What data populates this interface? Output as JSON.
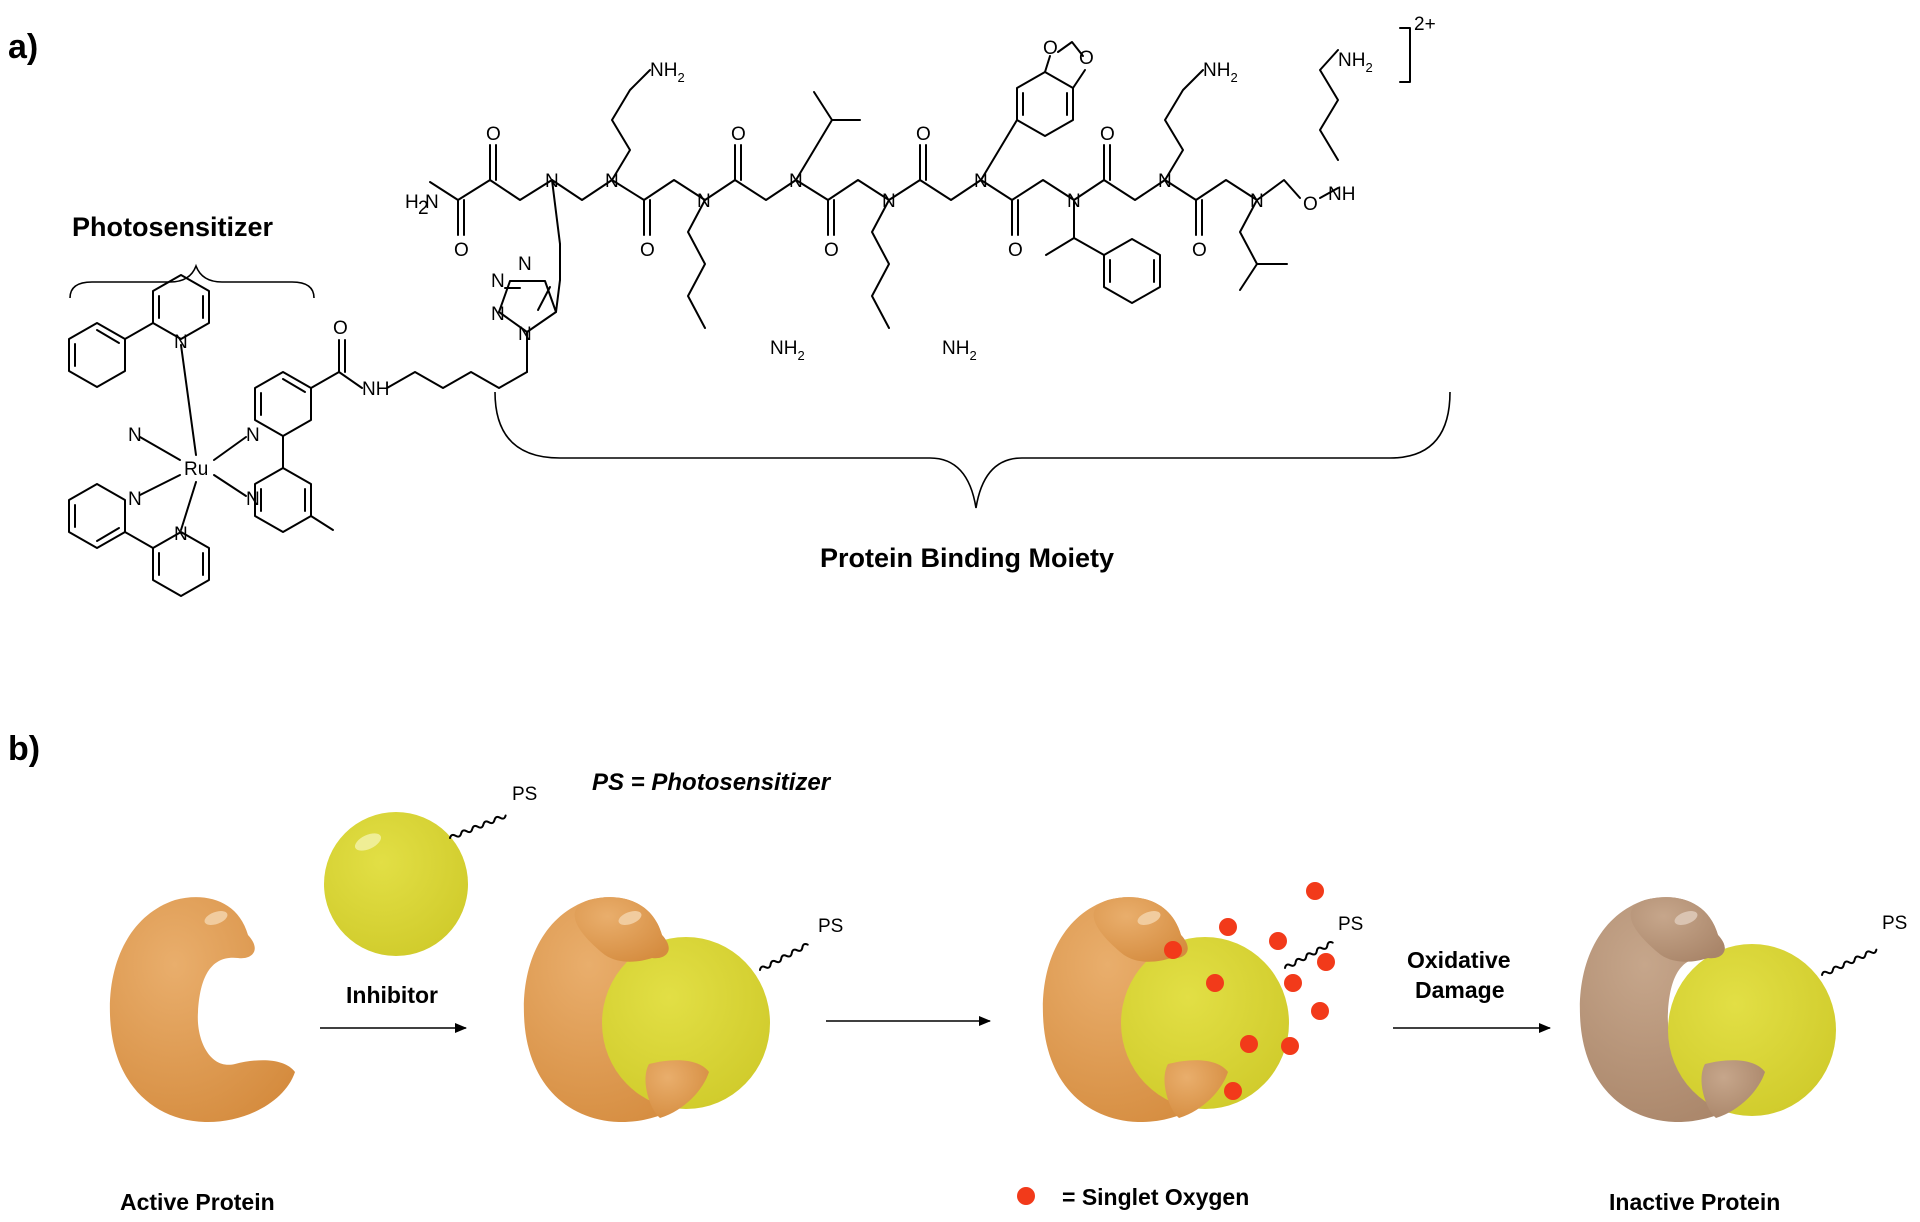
{
  "panel_a": {
    "label": "a)",
    "photosensitizer_label": "Photosensitizer",
    "binding_label": "Protein Binding Moiety",
    "charge": "2+",
    "atoms": {
      "ru": "Ru",
      "n": "N",
      "nh": "NH",
      "h": "H",
      "o": "O",
      "nh2": "NH",
      "h2n": "H",
      "sub2": "2"
    }
  },
  "panel_b": {
    "label": "b)",
    "ps_tag": "PS",
    "ps_definition": "PS = Photosensitizer",
    "inhibitor_label": "Inhibitor",
    "oxidative_label_1": "Oxidative",
    "oxidative_label_2": "Damage",
    "singlet_oxygen_label": "= Singlet Oxygen",
    "active_protein_label": "Active Protein",
    "inactive_protein_label": "Inactive Protein"
  },
  "colors": {
    "active_protein": "#dd9a52",
    "inactive_protein": "#b9967a",
    "inhibitor": "#dcd83a",
    "singlet_oxygen": "#f23a1a"
  }
}
